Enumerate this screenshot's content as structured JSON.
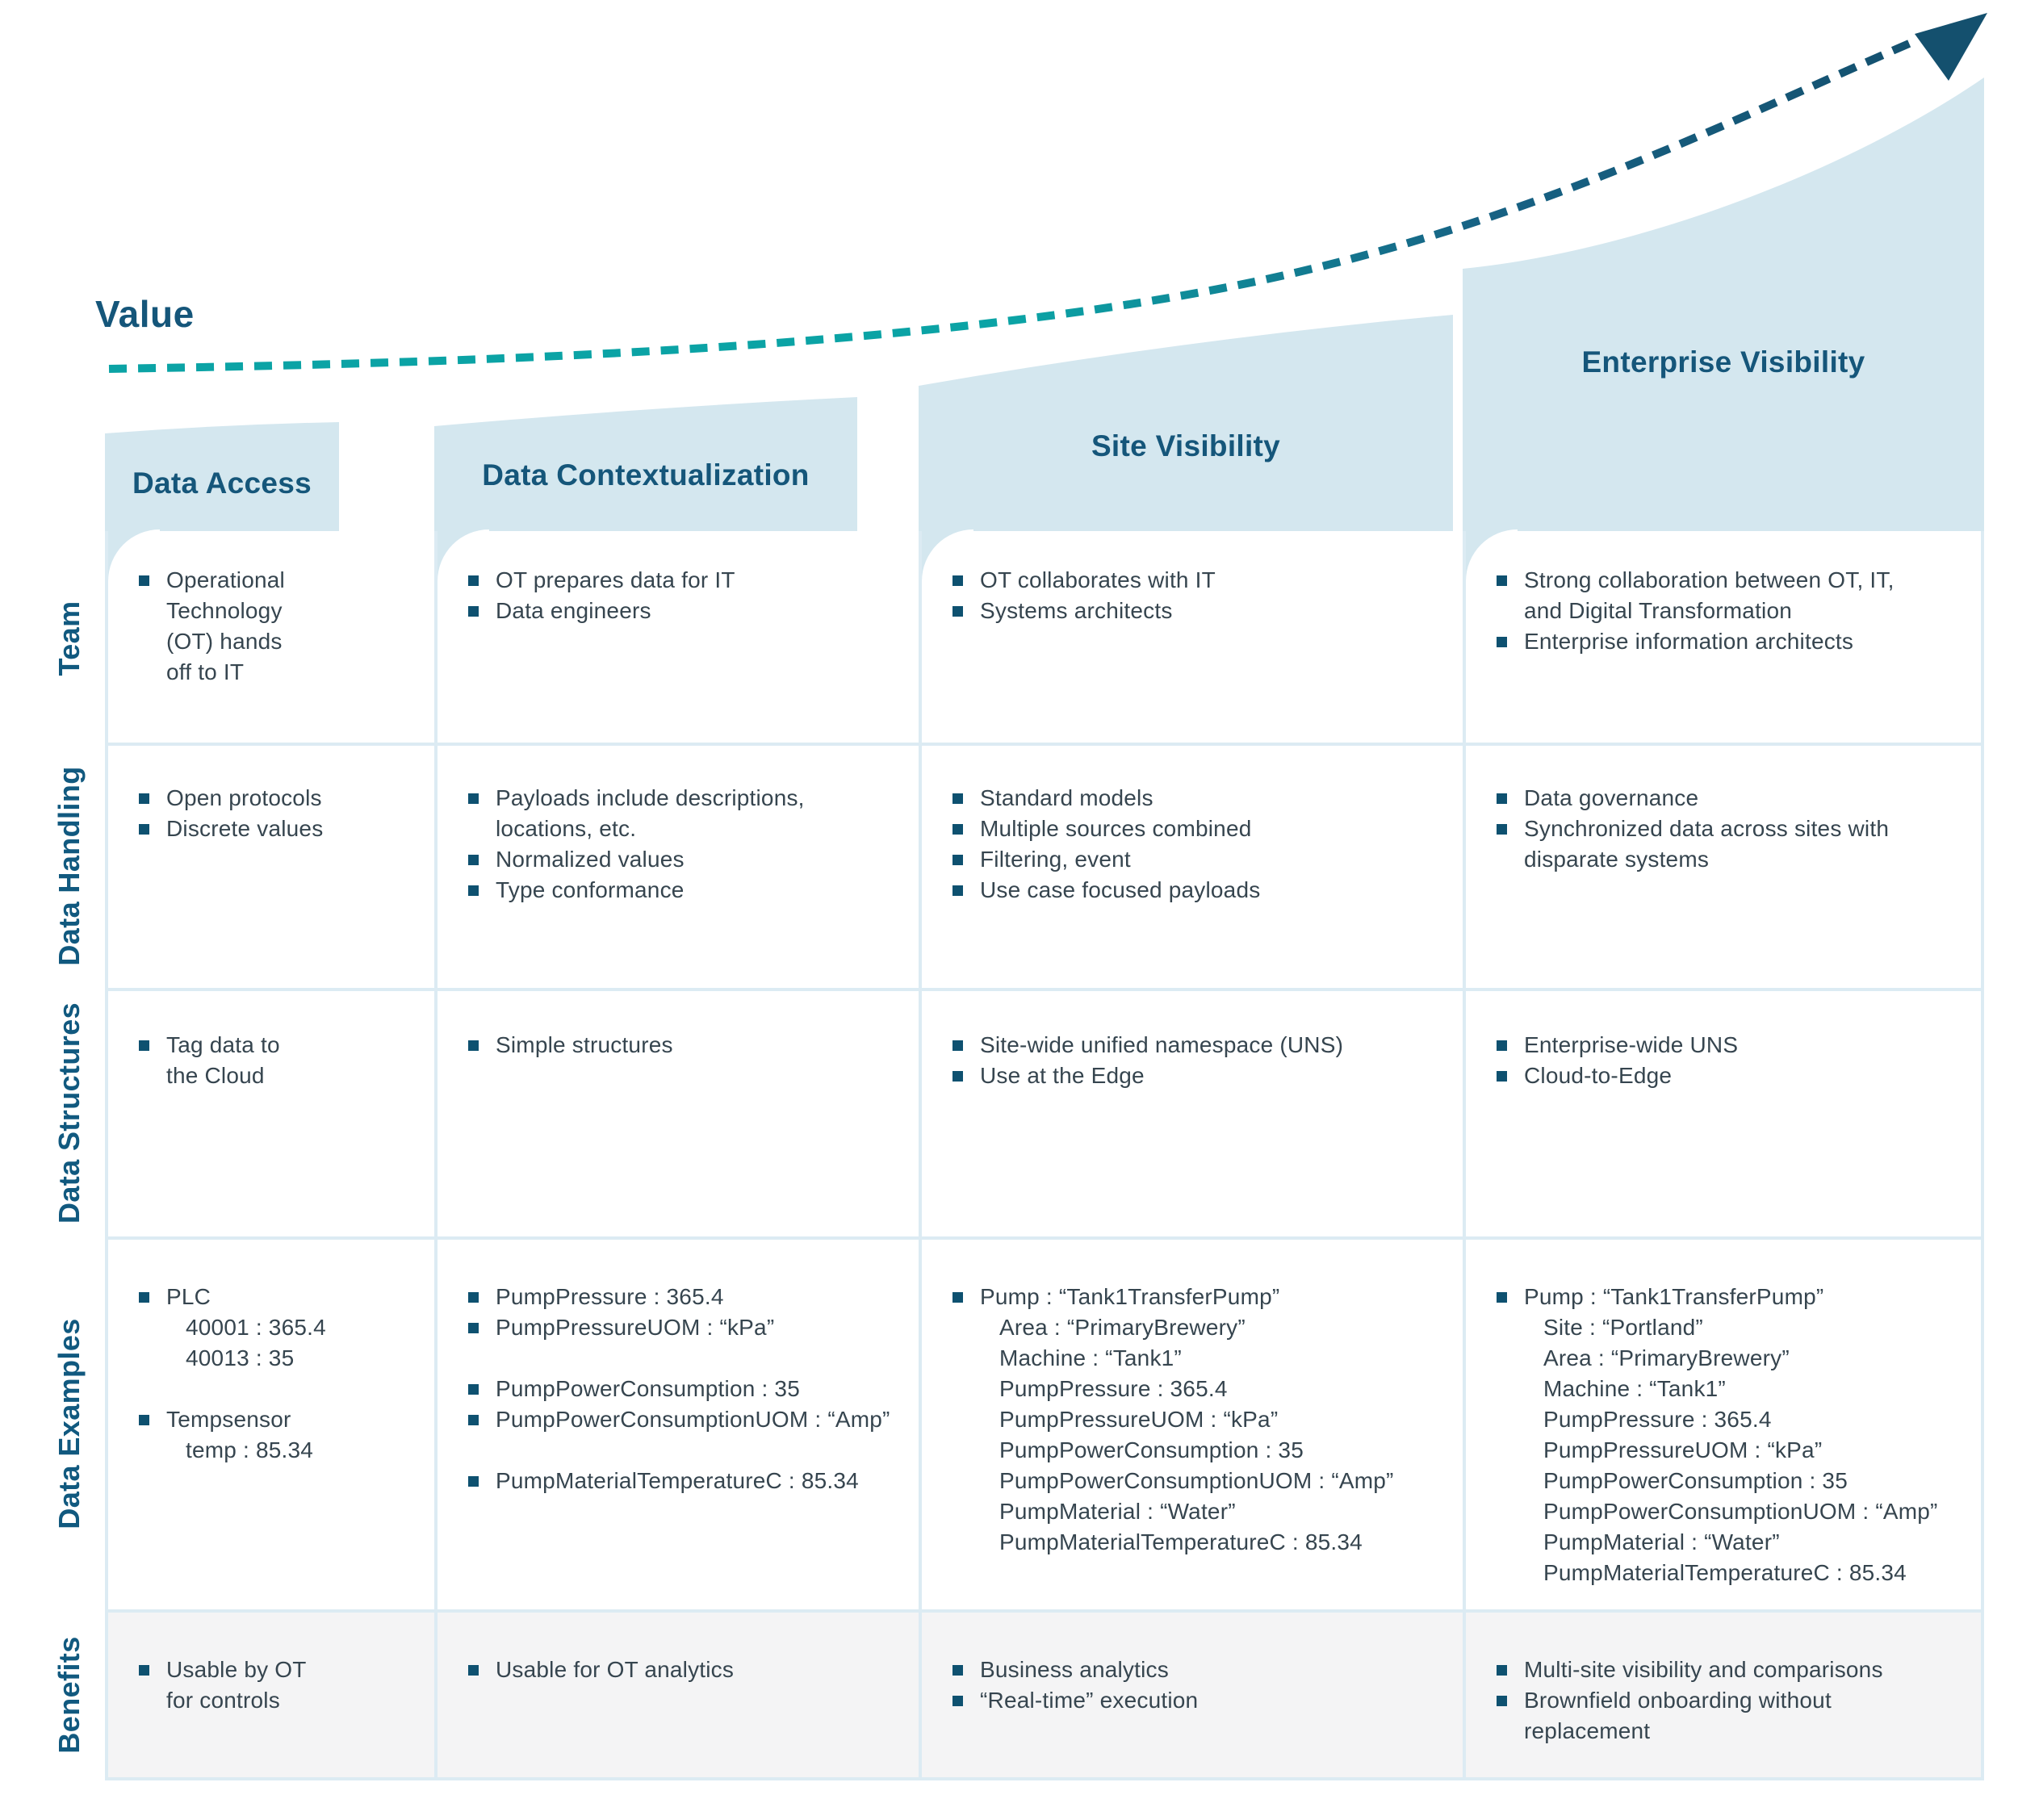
{
  "value_label": "Value",
  "rows": [
    {
      "id": "team",
      "label": "Team"
    },
    {
      "id": "handling",
      "label": "Data Handling"
    },
    {
      "id": "structures",
      "label": "Data Structures"
    },
    {
      "id": "examples",
      "label": "Data Examples"
    },
    {
      "id": "benefits",
      "label": "Benefits"
    }
  ],
  "columns": [
    {
      "header": "Data Access",
      "cells": {
        "team": [
          {
            "text": "Operational\nTechnology\n(OT) hands\noff to IT"
          }
        ],
        "handling": [
          {
            "text": "Open protocols"
          },
          {
            "text": "Discrete values"
          }
        ],
        "structures": [
          {
            "text": "Tag data to\nthe Cloud"
          }
        ],
        "examples": [
          {
            "text": "PLC",
            "sub": [
              "40001 : 365.4",
              "40013 : 35"
            ]
          },
          {
            "text": "Tempsensor",
            "sub": [
              "temp : 85.34"
            ],
            "gap": true
          }
        ],
        "benefits": [
          {
            "text": "Usable by OT\nfor controls"
          }
        ]
      }
    },
    {
      "header": "Data Contextualization",
      "cells": {
        "team": [
          {
            "text": "OT prepares data for IT"
          },
          {
            "text": "Data engineers"
          }
        ],
        "handling": [
          {
            "text": "Payloads include descriptions,\nlocations, etc."
          },
          {
            "text": "Normalized values"
          },
          {
            "text": "Type conformance"
          }
        ],
        "structures": [
          {
            "text": "Simple structures"
          }
        ],
        "examples": [
          {
            "text": "PumpPressure : 365.4"
          },
          {
            "text": "PumpPressureUOM : “kPa”"
          },
          {
            "text": "PumpPowerConsumption : 35",
            "gap": true
          },
          {
            "text": "PumpPowerConsumptionUOM : “Amp”"
          },
          {
            "text": "PumpMaterialTemperatureC : 85.34",
            "gap": true
          }
        ],
        "benefits": [
          {
            "text": "Usable for OT analytics"
          }
        ]
      }
    },
    {
      "header": "Site Visibility",
      "cells": {
        "team": [
          {
            "text": "OT collaborates with IT"
          },
          {
            "text": "Systems architects"
          }
        ],
        "handling": [
          {
            "text": "Standard models"
          },
          {
            "text": "Multiple sources combined"
          },
          {
            "text": "Filtering, event"
          },
          {
            "text": "Use case focused payloads"
          }
        ],
        "structures": [
          {
            "text": "Site-wide unified namespace (UNS)"
          },
          {
            "text": "Use at the Edge"
          }
        ],
        "examples": [
          {
            "text": "Pump : “Tank1TransferPump”",
            "sub": [
              "Area : “PrimaryBrewery”",
              "Machine : “Tank1”",
              "PumpPressure : 365.4",
              "PumpPressureUOM : “kPa”",
              "PumpPowerConsumption : 35",
              "PumpPowerConsumptionUOM : “Amp”",
              "PumpMaterial : “Water”",
              "PumpMaterialTemperatureC : 85.34"
            ]
          }
        ],
        "benefits": [
          {
            "text": "Business analytics"
          },
          {
            "text": "“Real-time” execution"
          }
        ]
      }
    },
    {
      "header": "Enterprise Visibility",
      "cells": {
        "team": [
          {
            "text": "Strong collaboration between OT, IT,\nand Digital Transformation"
          },
          {
            "text": "Enterprise information architects"
          }
        ],
        "handling": [
          {
            "text": "Data governance"
          },
          {
            "text": "Synchronized data across sites with\ndisparate systems"
          }
        ],
        "structures": [
          {
            "text": "Enterprise-wide UNS"
          },
          {
            "text": "Cloud-to-Edge"
          }
        ],
        "examples": [
          {
            "text": "Pump : “Tank1TransferPump”",
            "sub": [
              "Site : “Portland”",
              "Area : “PrimaryBrewery”",
              "Machine : “Tank1”",
              "PumpPressure : 365.4",
              "PumpPressureUOM : “kPa”",
              "PumpPowerConsumption : 35",
              "PumpPowerConsumptionUOM : “Amp”",
              "PumpMaterial : “Water”",
              "PumpMaterialTemperatureC : 85.34"
            ]
          }
        ],
        "benefits": [
          {
            "text": "Multi-site visibility and comparisons"
          },
          {
            "text": "Brownfield onboarding without\nreplacement"
          }
        ]
      }
    }
  ],
  "colors": {
    "panel_blue": "#D4E7EF",
    "divider_blue": "#DCEBF3",
    "heading_blue": "#15567A",
    "label_blue": "#11597F",
    "body_text": "#36454F",
    "bullet_square": "#0E5170",
    "benefits_gray": "#F4F4F5",
    "arrow_teal": "#0BA3A5",
    "arrow_navy": "#14506E",
    "canvas_white": "#FFFFFF"
  }
}
